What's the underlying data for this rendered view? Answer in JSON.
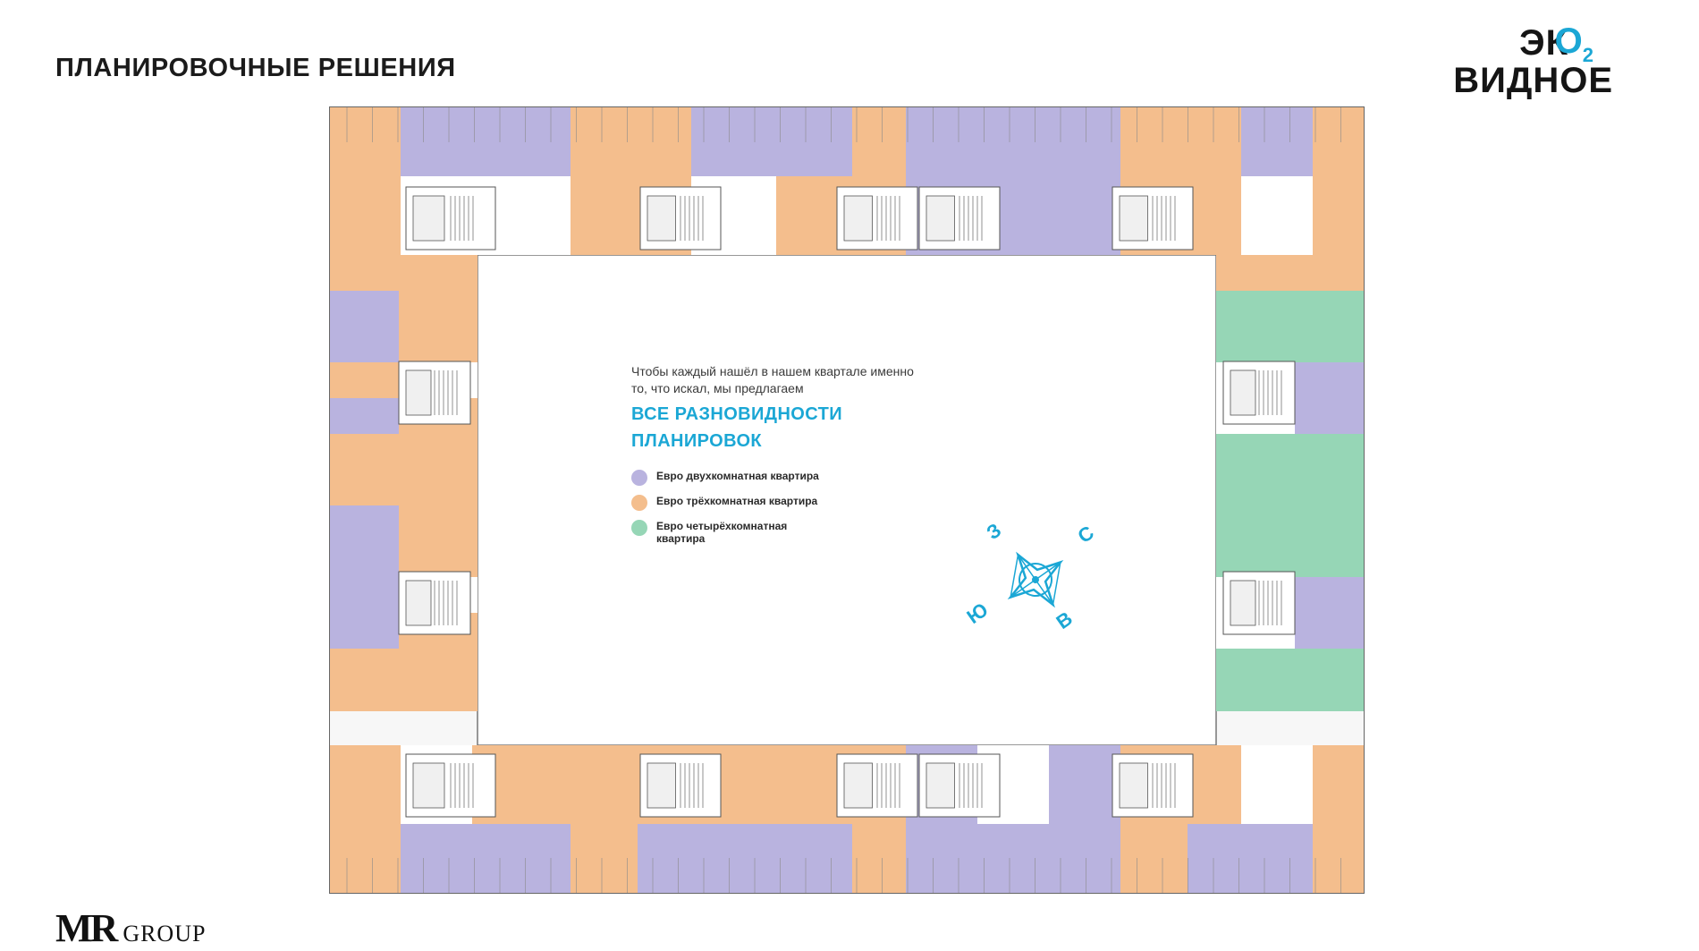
{
  "header": {
    "title": "ПЛАНИРОВОЧНЫЕ РЕШЕНИЯ"
  },
  "brand": {
    "line1": "ЭК",
    "o_letter": "О",
    "subscript": "2",
    "line2": "ВИДНОЕ"
  },
  "intro": {
    "text": "Чтобы каждый нашёл в нашем квартале именно то, что искал, мы предлагаем",
    "headline": "ВСЕ РАЗНОВИДНОСТИ ПЛАНИРОВОК"
  },
  "legend": [
    {
      "label": "Евро двухкомнатная квартира",
      "color": "#b9b3df"
    },
    {
      "label": "Евро трёхкомнатная квартира",
      "color": "#f4be8d"
    },
    {
      "label": "Евро четырёхкомнатная квартира",
      "color": "#96d6b6"
    }
  ],
  "compass": {
    "north": "С",
    "east": "В",
    "south": "Ю",
    "west": "З",
    "color": "#1ba7d5"
  },
  "footer": {
    "brand_mark": "MR",
    "brand_word": "GROUP"
  },
  "colors": {
    "purple": "#b9b3df",
    "orange": "#f4be8d",
    "green": "#96d6b6",
    "core": "#ffffff",
    "accent": "#1ba7d5"
  }
}
